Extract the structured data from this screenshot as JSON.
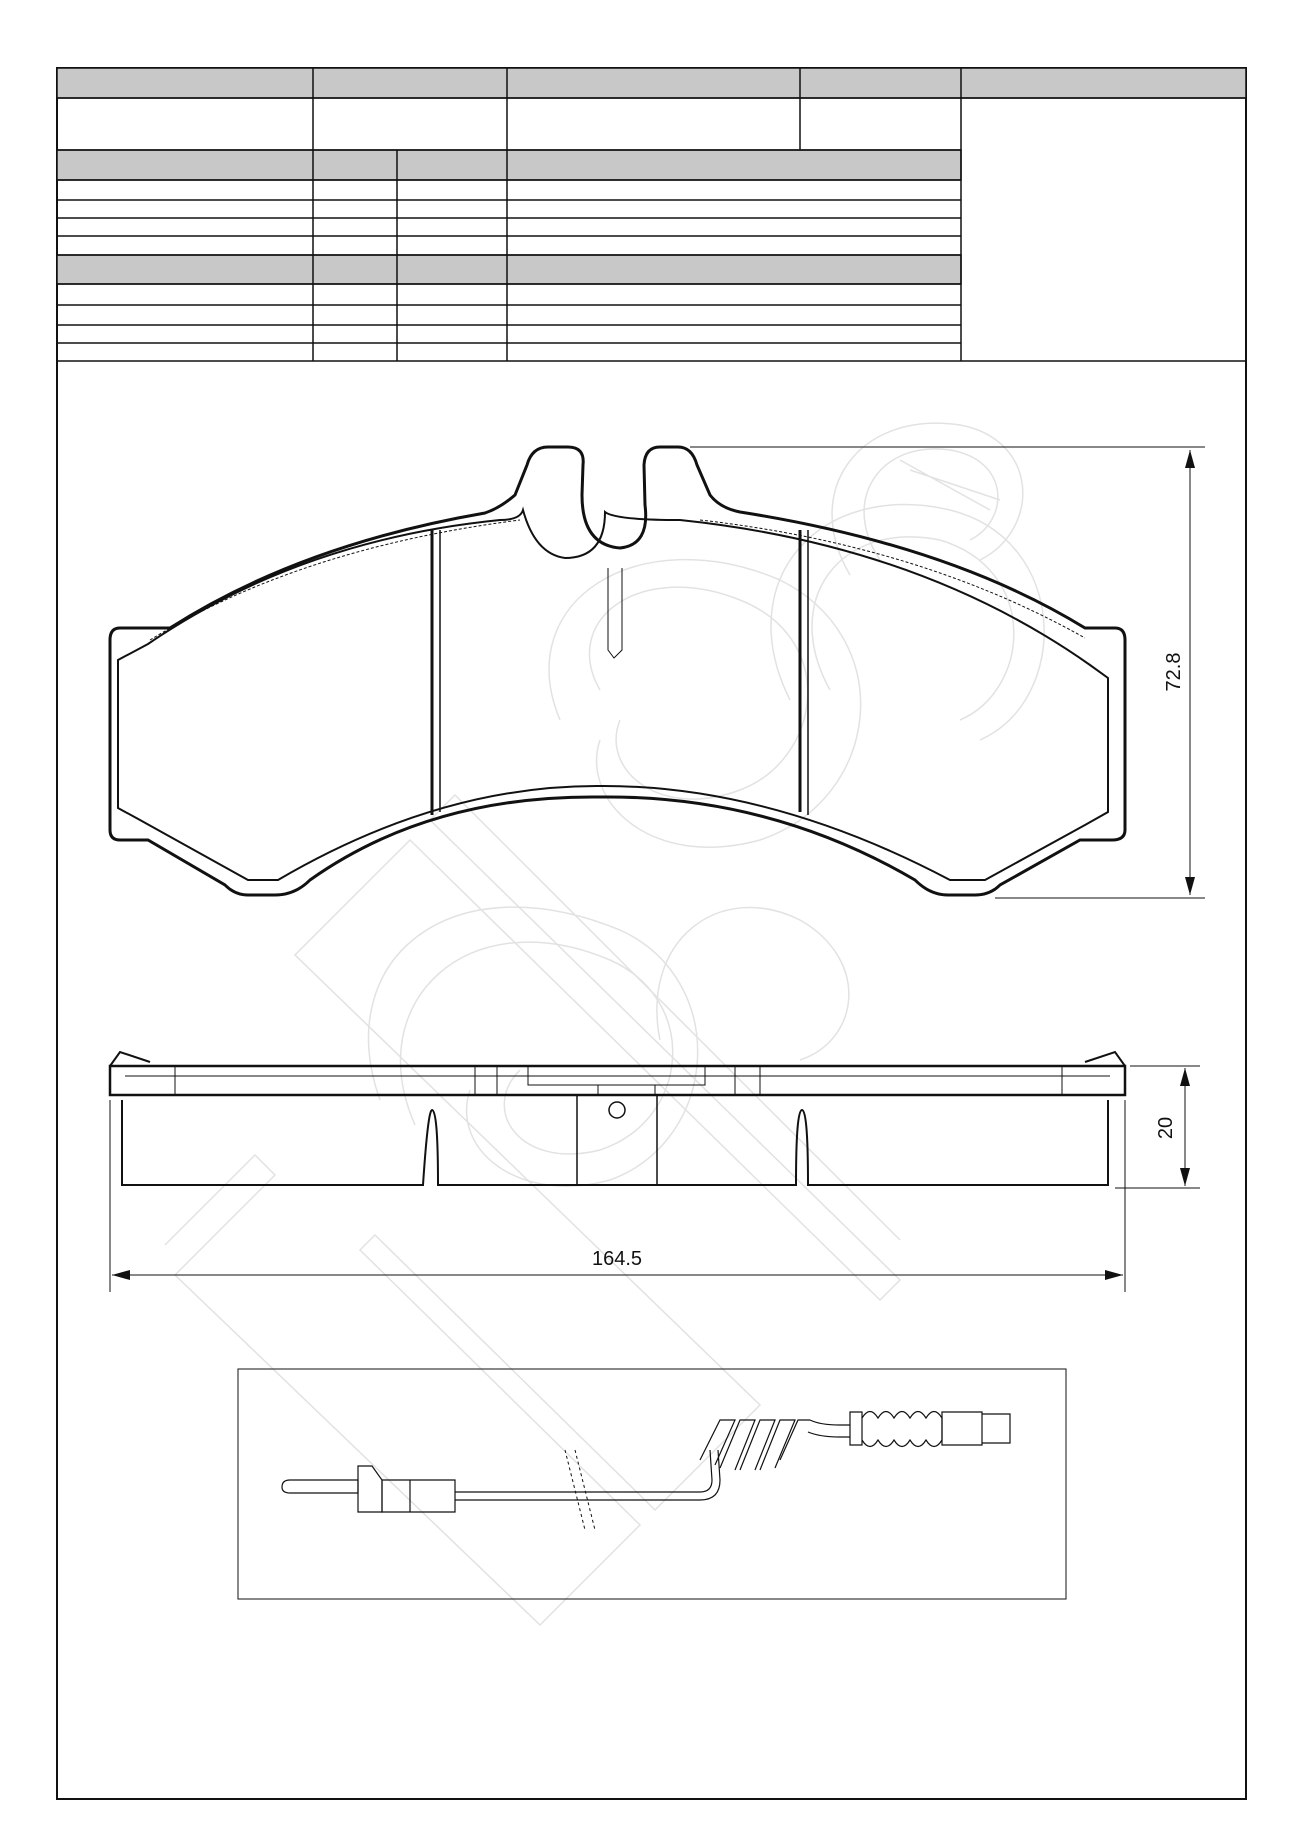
{
  "dimensions": {
    "height_label": "72.8",
    "thickness_label": "20",
    "width_label": "164.5"
  },
  "colors": {
    "line": "#111111",
    "header_fill": "#c8c8c8",
    "watermark": "#e2e2e2"
  }
}
